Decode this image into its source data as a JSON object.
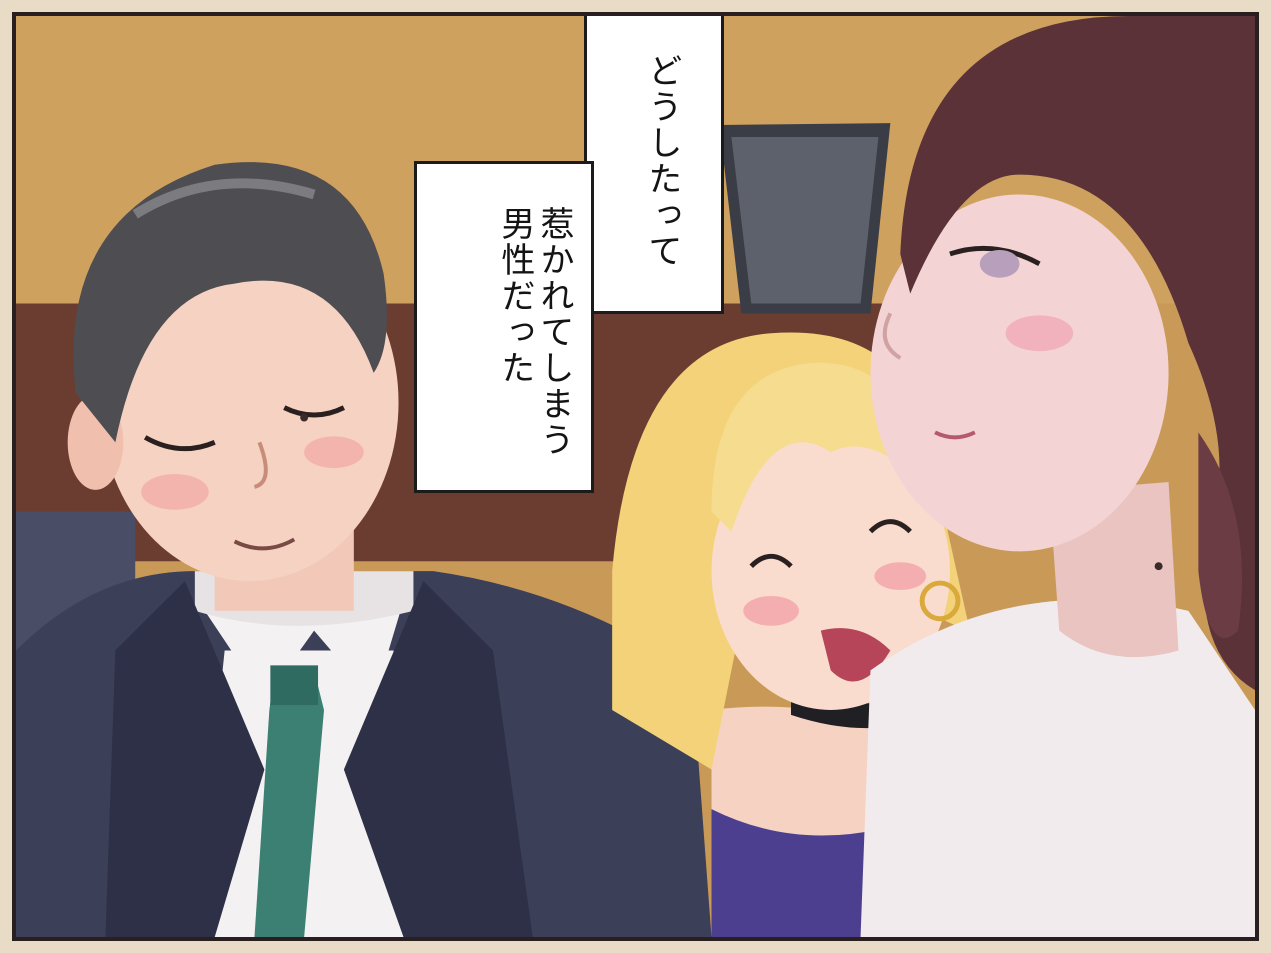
{
  "caption_top": "どうしたって",
  "caption_middle": [
    "惹かれてしまう",
    "男性だった"
  ],
  "colors": {
    "frame": "#2a1f1f",
    "background_wall": "#c99a57",
    "suit": "#3b3f57",
    "tie": "#3c7f73",
    "blonde_hair": "#f3d27a",
    "brunette_hair": "#5a3238",
    "skin": "#f6d2c2",
    "sweater": "#f1ebee"
  }
}
